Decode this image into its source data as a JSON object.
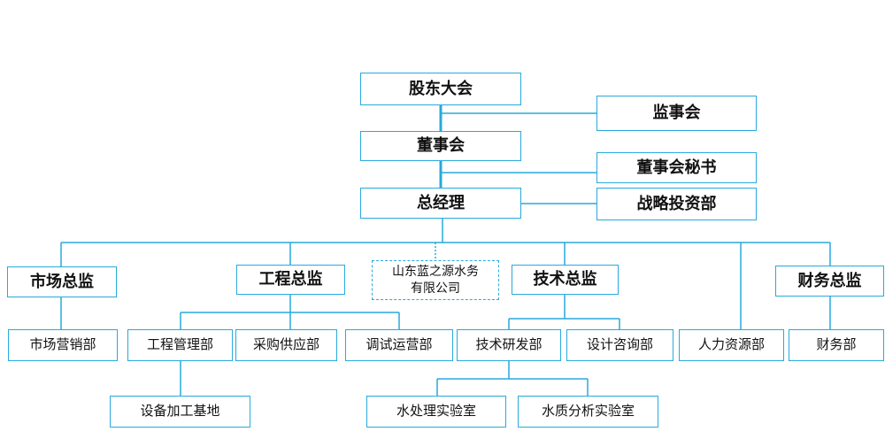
{
  "nodes": {
    "shareholders": "股东大会",
    "supervisors": "监事会",
    "board": "董事会",
    "board_secretary": "董事会秘书",
    "general_manager": "总经理",
    "strategy": "战略投资部",
    "marketing_director": "市场总监",
    "engineering_director": "工程总监",
    "subsidiary": "山东蓝之源水务\n有限公司",
    "tech_director": "技术总监",
    "finance_director": "财务总监",
    "marketing_dept": "市场营销部",
    "engineering_mgmt": "工程管理部",
    "procurement": "采购供应部",
    "commissioning": "调试运营部",
    "rnd": "技术研发部",
    "consulting": "设计咨询部",
    "hr": "人力资源部",
    "finance_dept": "财务部",
    "equipment_base": "设备加工基地",
    "water_lab": "水处理实验室",
    "quality_lab": "水质分析实验室"
  },
  "colors": {
    "border": "#29a9dc",
    "line": "#29a9dc",
    "text": "#111111"
  }
}
